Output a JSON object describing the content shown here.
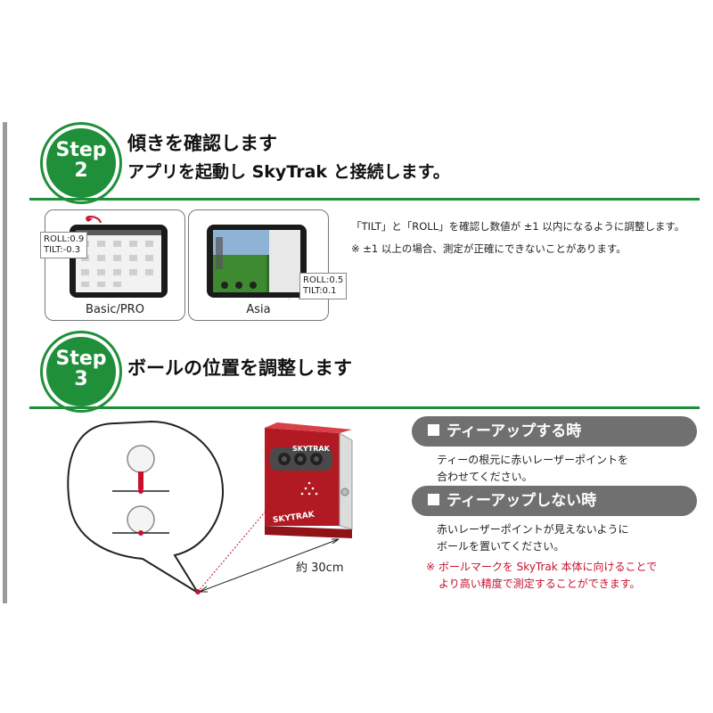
{
  "step2": {
    "badge_word": "Step",
    "badge_num": "2",
    "title": "傾きを確認します",
    "subtitle": "アプリを起動し SkyTrak と接続します。",
    "tablets": [
      {
        "caption": "Basic/PRO",
        "label_line1": "ROLL:0.9",
        "label_line2": "TILT:-0.3"
      },
      {
        "caption": "Asia",
        "label_line1": "ROLL:0.5",
        "label_line2": "TILT:0.1"
      }
    ],
    "instruction": "「TILT」と「ROLL」を確認し数値が ±1 以内になるように調整します。",
    "note": "※ ±1 以上の場合、測定が正確にできないことがあります。"
  },
  "step3": {
    "badge_word": "Step",
    "badge_num": "3",
    "title": "ボールの位置を調整します",
    "distance_label": "約 30cm",
    "device_brand": "SKYTRAK",
    "device_side_text": "SKYTRAK",
    "pill1": "ティーアップする時",
    "pill1_text1": "ティーの根元に赤いレーザーポイントを",
    "pill1_text2": "合わせてください。",
    "pill2": "ティーアップしない時",
    "pill2_text1": "赤いレーザーポイントが見えないように",
    "pill2_text2": "ボールを置いてください。",
    "red_note1": "※ ボールマークを SkyTrak 本体に向けることで",
    "red_note2": "より高い精度で測定することができます。"
  },
  "colors": {
    "green": "#1f8f3a",
    "pill_gray": "#707070",
    "red": "#c8102e",
    "device_red": "#b11a22"
  }
}
